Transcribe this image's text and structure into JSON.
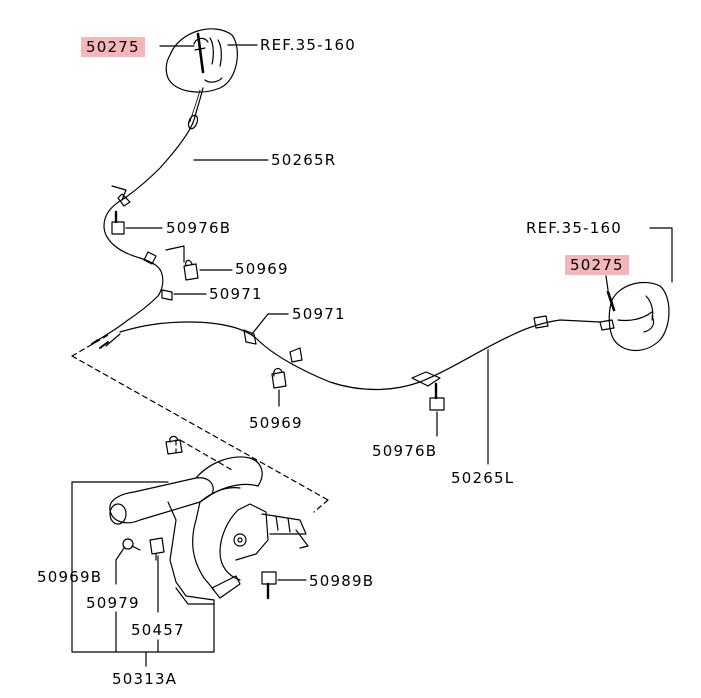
{
  "diagram": {
    "labels": {
      "part_50275_top": "50275",
      "ref_top": "REF.35-160",
      "part_50265r": "50265R",
      "part_50976b_top": "50976B",
      "part_50969_top": "50969",
      "part_50971_left": "50971",
      "part_50971_mid": "50971",
      "ref_right": "REF.35-160",
      "part_50275_right": "50275",
      "part_50969_mid": "50969",
      "part_50976b_mid": "50976B",
      "part_50265l": "50265L",
      "part_50969b": "50969B",
      "part_50979": "50979",
      "part_50457": "50457",
      "part_50989b": "50989B",
      "part_50313a": "50313A"
    },
    "highlight_color": "#f4b6b8"
  }
}
